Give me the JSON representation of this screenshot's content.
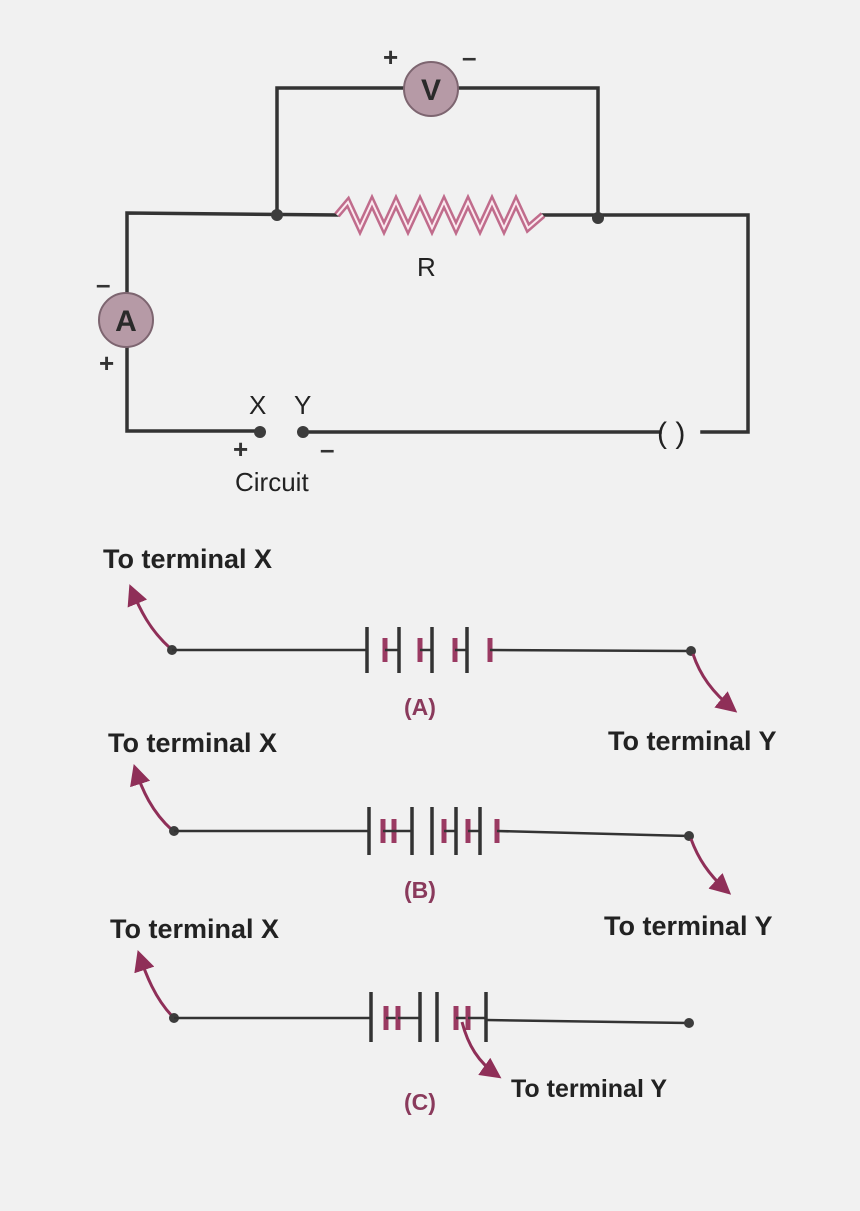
{
  "circuit": {
    "voltmeter": {
      "symbol": "V",
      "plus": "+",
      "minus": "–"
    },
    "ammeter": {
      "symbol": "A",
      "plus": "+",
      "minus": "–"
    },
    "resistor_label": "R",
    "terminal_x": {
      "name": "X",
      "sign": "+"
    },
    "terminal_y": {
      "name": "Y",
      "sign": "–"
    },
    "key_symbol": "( )",
    "caption": "Circuit"
  },
  "arrangements": [
    {
      "caption": "(A)",
      "x_label": "To terminal X",
      "y_label": "To terminal Y"
    },
    {
      "caption": "(B)",
      "x_label": "To terminal X",
      "y_label": "To terminal Y"
    },
    {
      "caption": "(C)",
      "x_label": "To terminal X",
      "y_label": "To terminal Y"
    }
  ],
  "colors": {
    "wire": "#333333",
    "meter": "#b69aa6",
    "accent": "#8f2f58",
    "resistor": "#c06c8c"
  }
}
